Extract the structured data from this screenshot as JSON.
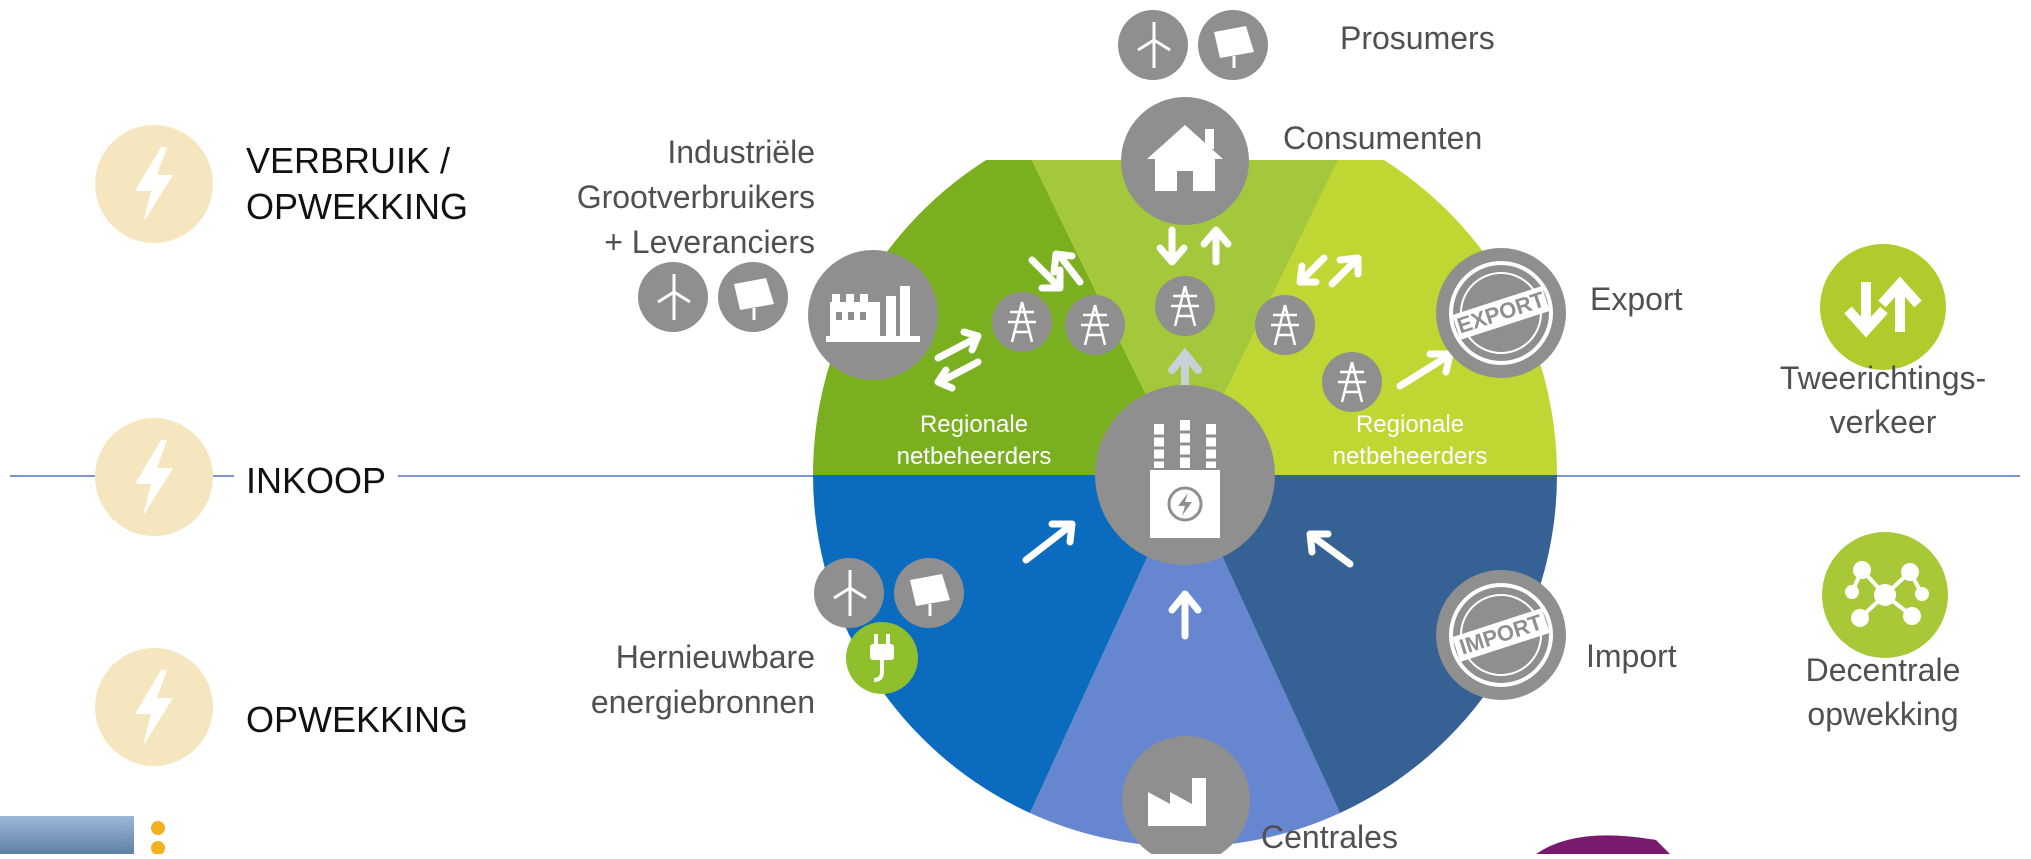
{
  "left_categories": {
    "top": "VERBRUIK / OPWEKKING",
    "top_line1": "VERBRUIK /",
    "top_line2": "OPWEKKING",
    "middle": "INKOOP",
    "bottom": "OPWEKKING"
  },
  "wheel": {
    "regional_left_line1": "Regionale",
    "regional_left_line2": "netbeheerders",
    "regional_right_line1": "Regionale",
    "regional_right_line2": "netbeheerders",
    "export_stamp": "EXPORT",
    "import_stamp": "IMPORT"
  },
  "labels": {
    "prosumers": "Prosumers",
    "consumenten": "Consumenten",
    "industrial_line1": "Industriële",
    "industrial_line2": "Grootverbruikers",
    "industrial_line3": "+ Leveranciers",
    "export": "Export",
    "import": "Import",
    "renewable_line1": "Hernieuwbare",
    "renewable_line2": "energiebronnen",
    "centrales": "Centrales"
  },
  "legend": {
    "two_way_line1": "Tweerichtings-",
    "two_way_line2": "verkeer",
    "decentral_line1": "Decentrale",
    "decentral_line2": "opwekking"
  },
  "colors": {
    "green_dark": "#7aaf1f",
    "green_mid": "#a4c83c",
    "green_light": "#c0d633",
    "blue_dark": "#0b6bbf",
    "blue_light": "#6686cf",
    "blue_slate": "#356194",
    "icon_gray": "#8f8f8f",
    "lightning_bg": "#f6e6c0",
    "legend_green": "#b0cb2b"
  },
  "icons": {
    "home": "house-icon",
    "factory": "factory-icon",
    "transformer": "transformer-icon",
    "pylon": "power-pylon-icon",
    "wind": "wind-turbine-icon",
    "solar": "solar-panel-icon",
    "plug": "plug-icon",
    "power_plant": "power-plant-icon",
    "lightning": "lightning-bolt-icon"
  }
}
